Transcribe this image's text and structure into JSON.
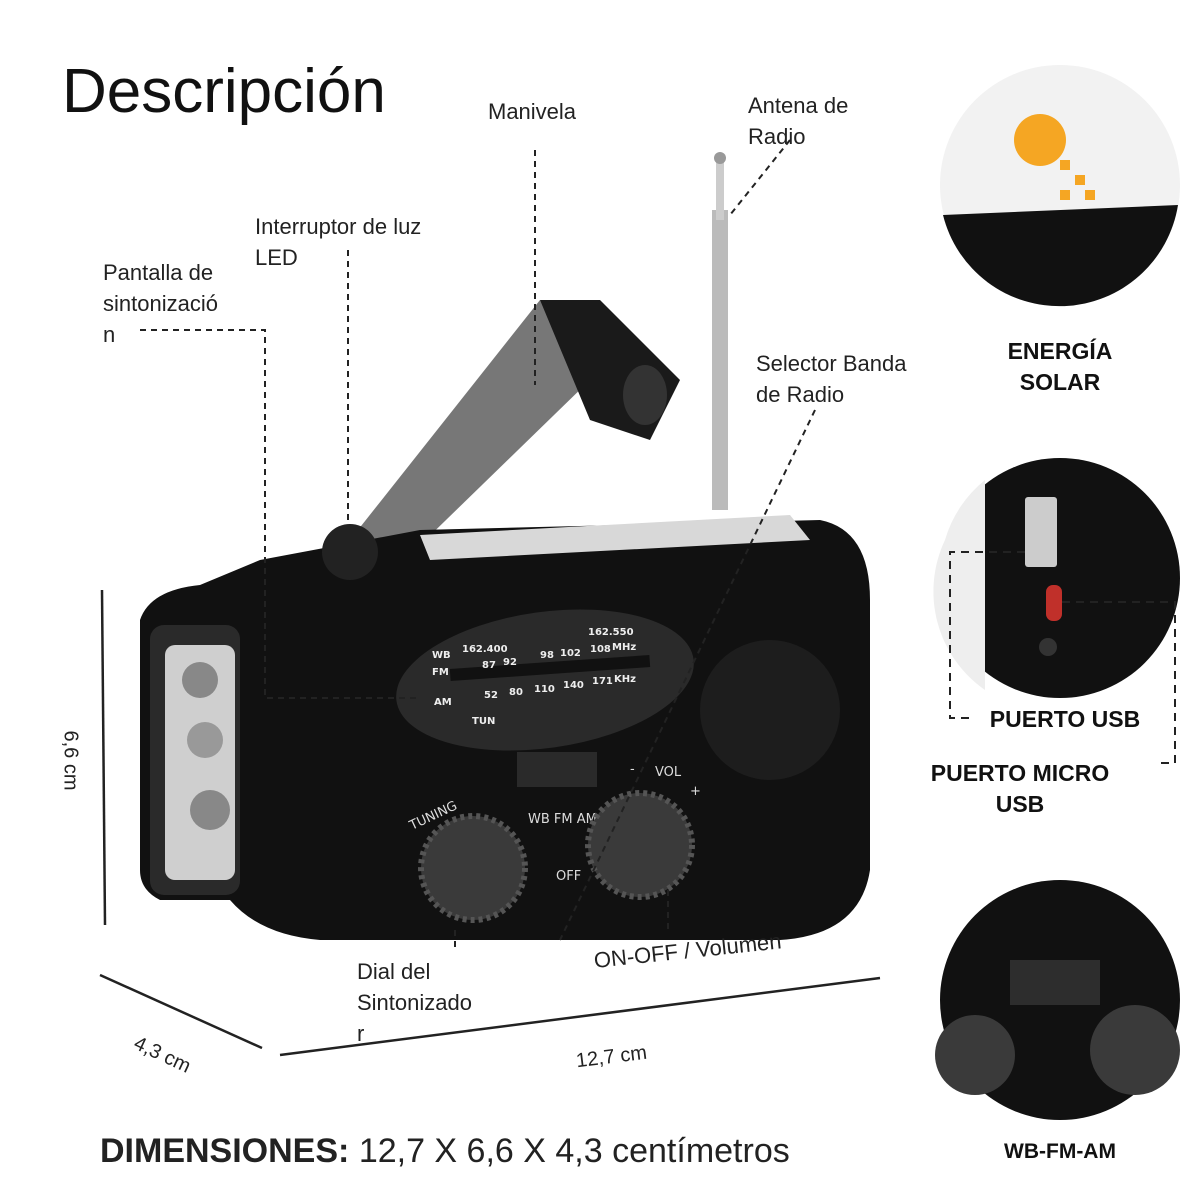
{
  "title": "Descripción",
  "labels": {
    "manivela": "Manivela",
    "antena": [
      "Antena de",
      "Radio"
    ],
    "interruptor": [
      "Interruptor de luz",
      "LED"
    ],
    "pantalla": [
      "Pantalla de",
      "sintonizació",
      "n"
    ],
    "selector": [
      "Selector Banda",
      "de Radio"
    ],
    "dial": [
      "Dial del",
      "Sintonizado",
      "r"
    ],
    "volumen": "ON-OFF / Volumen",
    "puerto_usb": "PUERTO USB",
    "puerto_micro": [
      "PUERTO MICRO",
      "USB"
    ]
  },
  "measurements": {
    "height": "6,6 cm",
    "depth": "4,3 cm",
    "width": "12,7 cm"
  },
  "dimensions": {
    "label": "DIMENSIONES:",
    "value": "12,7 X  6,6 X 4,3 centímetros"
  },
  "features": [
    {
      "label": [
        "ENERGÍA",
        "SOLAR"
      ],
      "icon": "sun-icon"
    },
    {
      "label": [
        "WB-FM-AM"
      ],
      "icon": "band-selector-icon"
    }
  ],
  "radio_dial": {
    "wb": "WB",
    "fm": "FM",
    "am": "AM",
    "tun": "TUN",
    "wb_low": "162.400",
    "wb_high": "162.550",
    "fm_values": [
      "87",
      "92",
      "98",
      "102",
      "108",
      "MHz"
    ],
    "am_values": [
      "52",
      "80",
      "110",
      "140",
      "171",
      "KHz"
    ],
    "tuning": "TUNING",
    "vol": "VOL",
    "minus": "-",
    "plus": "+",
    "bands": "WB FM AM",
    "off": "OFF"
  }
}
